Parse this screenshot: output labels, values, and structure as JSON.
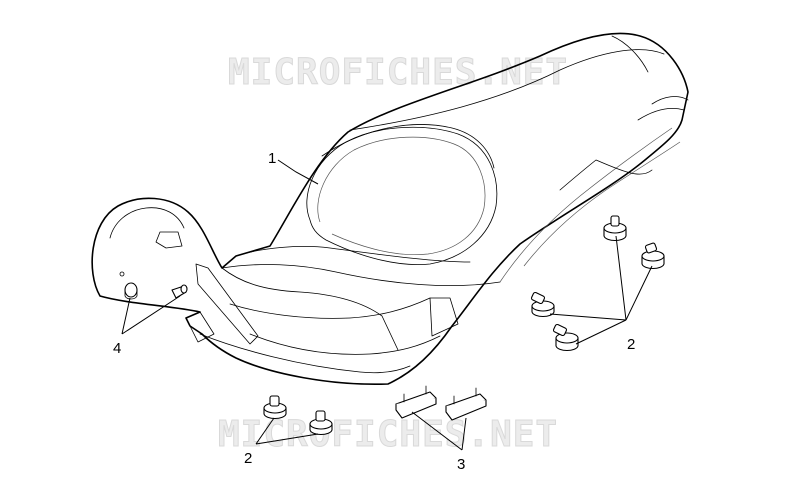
{
  "watermark": {
    "text": "MICROFICHES.NET"
  },
  "callouts": {
    "seat": "1",
    "buffers_right": "2",
    "buffers_left": "2",
    "brackets": "3",
    "rubbers": "4"
  }
}
